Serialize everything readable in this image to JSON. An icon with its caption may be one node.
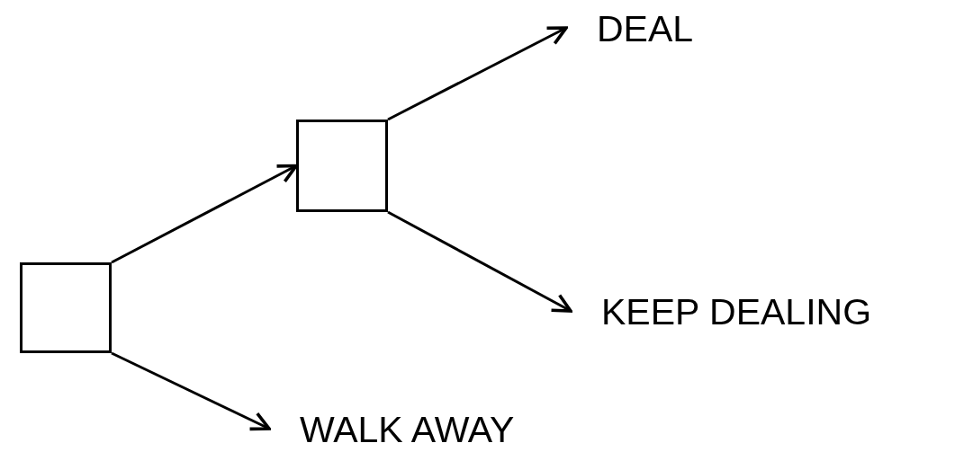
{
  "diagram": {
    "nodes": [
      {
        "text": [],
        "shape": "box"
      },
      {
        "text": [],
        "shape": "box"
      },
      {
        "text": [
          "DEAL"
        ]
      },
      {
        "text": [
          "KEEP DEALING"
        ]
      },
      {
        "text": [
          "WALK AWAY"
        ]
      }
    ],
    "edges": [
      {
        "from": 0,
        "to": 1,
        "arrow": "to"
      },
      {
        "from": 1,
        "to": 2,
        "arrow": "to"
      },
      {
        "from": 1,
        "to": 3,
        "arrow": "to"
      },
      {
        "from": 0,
        "to": 4,
        "arrow": "to"
      }
    ]
  }
}
